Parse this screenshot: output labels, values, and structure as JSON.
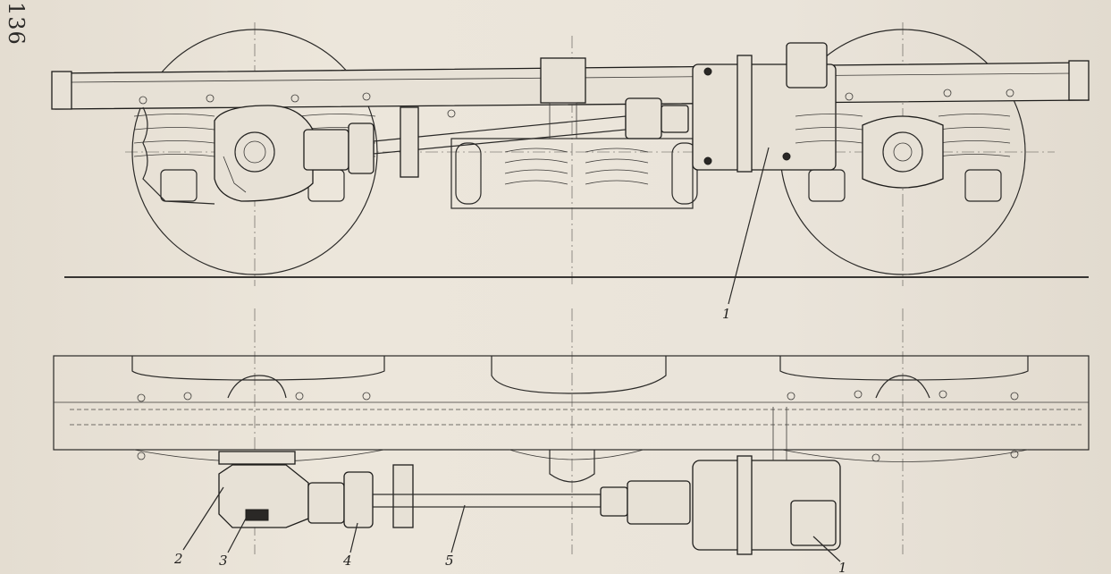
{
  "page": {
    "number": "136"
  },
  "diagram": {
    "callouts": [
      {
        "id": "upper-1",
        "text": "1"
      },
      {
        "id": "lower-1",
        "text": "1"
      },
      {
        "id": "lower-2",
        "text": "2"
      },
      {
        "id": "lower-3",
        "text": "3"
      },
      {
        "id": "lower-4",
        "text": "4"
      },
      {
        "id": "lower-5",
        "text": "5"
      }
    ]
  },
  "colors": {
    "paper": "#e9e3d8",
    "ink": "#2a2927"
  }
}
